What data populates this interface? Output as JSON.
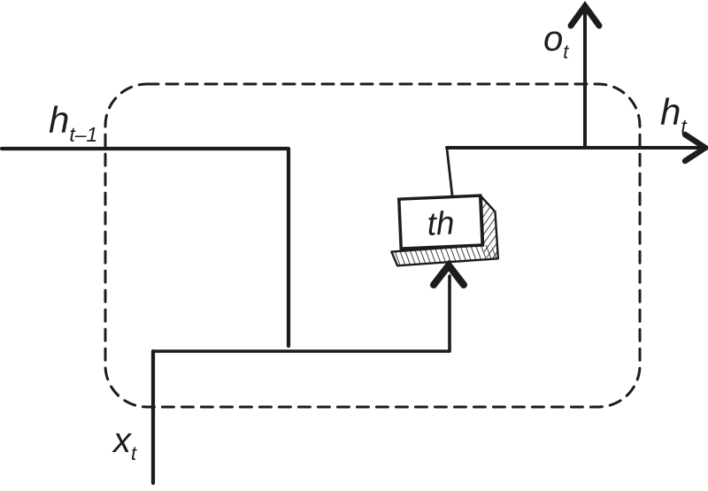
{
  "page": {
    "background_color": "#ffffff",
    "ink_color": "#1c1c1c"
  },
  "diagram": {
    "kind": "hand-drawn recurrent cell sketch with tanh activation",
    "labels": {
      "prev_hidden": {
        "main": "h",
        "sub": "t–1"
      },
      "next_hidden": {
        "main": "h",
        "sub": "t"
      },
      "output": {
        "main": "o",
        "sub": "t"
      },
      "input": {
        "main": "x",
        "sub": "t"
      },
      "activation": "th"
    }
  }
}
